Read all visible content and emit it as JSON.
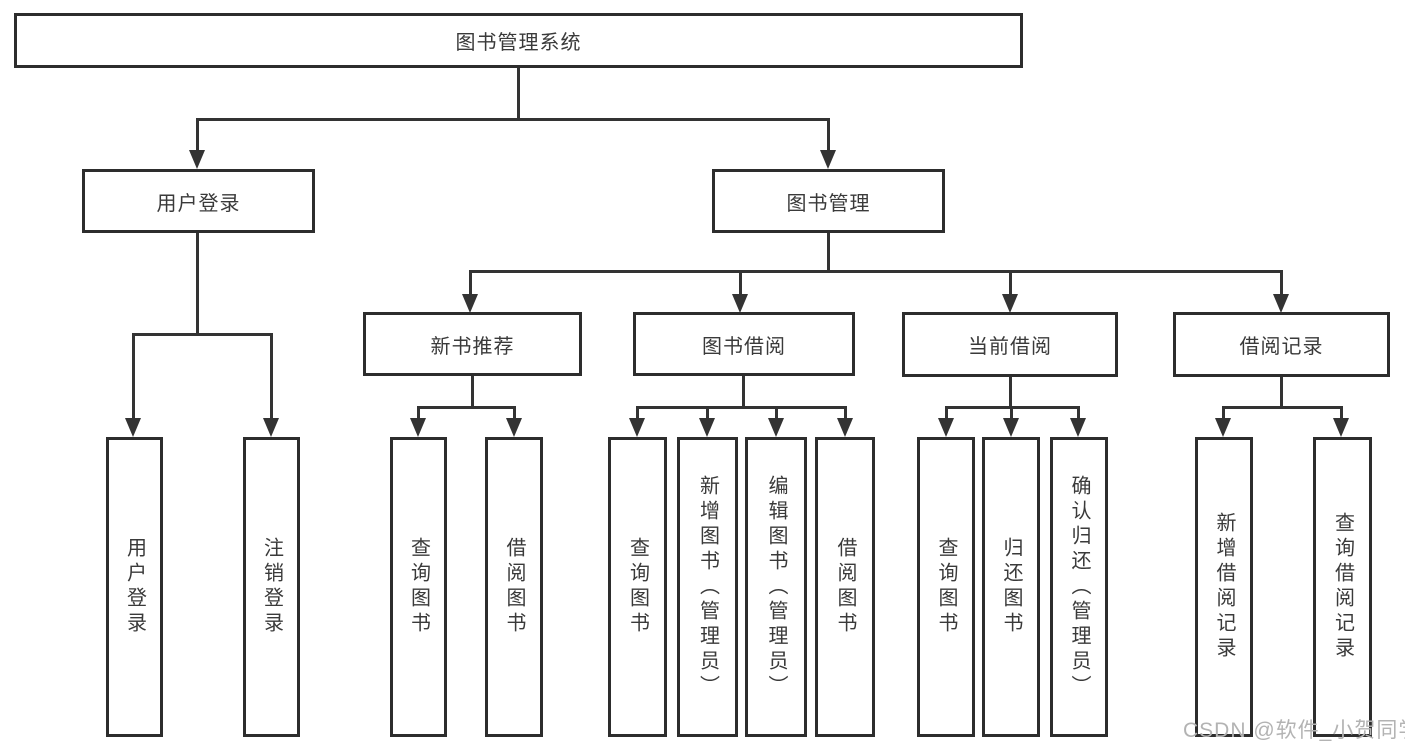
{
  "tree": {
    "root": {
      "label": "图书管理系统"
    },
    "children": [
      {
        "label": "用户登录",
        "children": [
          {
            "label": "用户登录"
          },
          {
            "label": "注销登录"
          }
        ]
      },
      {
        "label": "图书管理",
        "children": [
          {
            "label": "新书推荐",
            "children": [
              {
                "label": "查询图书"
              },
              {
                "label": "借阅图书"
              }
            ]
          },
          {
            "label": "图书借阅",
            "children": [
              {
                "label": "查询图书"
              },
              {
                "label": "新增图书（管理员）"
              },
              {
                "label": "编辑图书（管理员）"
              },
              {
                "label": "借阅图书"
              }
            ]
          },
          {
            "label": "当前借阅",
            "children": [
              {
                "label": "查询图书"
              },
              {
                "label": "归还图书"
              },
              {
                "label": "确认归还（管理员）"
              }
            ]
          },
          {
            "label": "借阅记录",
            "children": [
              {
                "label": "新增借阅记录"
              },
              {
                "label": "查询借阅记录"
              }
            ]
          }
        ]
      }
    ]
  },
  "watermark": {
    "text": "CSDN @软件_小贺同学"
  },
  "colors": {
    "line": "#333333",
    "box_border": "#2d2d2d",
    "text": "#3a3a3a",
    "watermark": "#b3b3b3",
    "background": "#ffffff"
  }
}
